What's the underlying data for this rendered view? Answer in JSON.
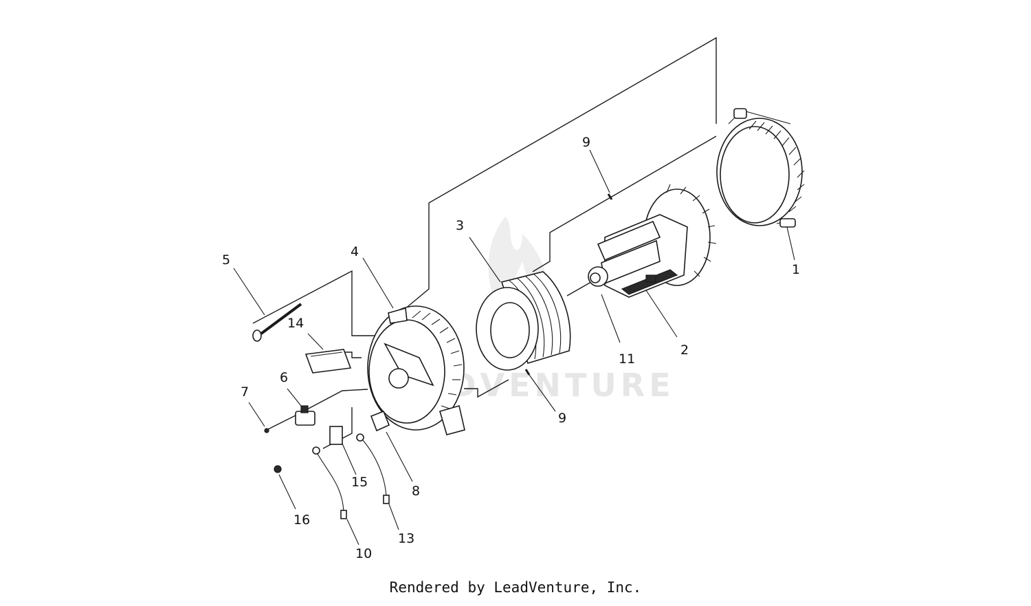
{
  "watermark": "LEADVENTURE",
  "callouts": {
    "c1": "1",
    "c2": "2",
    "c3": "3",
    "c4": "4",
    "c5": "5",
    "c6": "6",
    "c7": "7",
    "c8": "8",
    "c9a": "9",
    "c9b": "9",
    "c10": "10",
    "c11": "11",
    "c13": "13",
    "c14": "14",
    "c15": "15",
    "c16": "16"
  },
  "footer": "Rendered by LeadVenture, Inc."
}
